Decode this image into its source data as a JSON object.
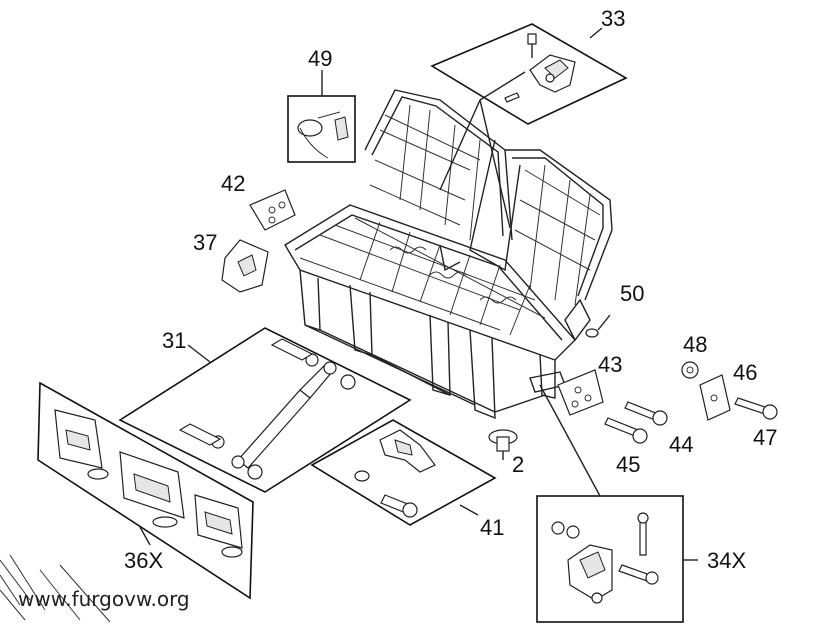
{
  "labels": {
    "p33": "33",
    "p49": "49",
    "p42": "42",
    "p37": "37",
    "p50": "50",
    "p31": "31",
    "p48": "48",
    "p43": "43",
    "p46": "46",
    "p47": "47",
    "p44": "44",
    "p45": "45",
    "p2": "2",
    "p41": "41",
    "p34x": "34X",
    "p36x": "36X"
  },
  "watermark": "www.furgovw.org"
}
